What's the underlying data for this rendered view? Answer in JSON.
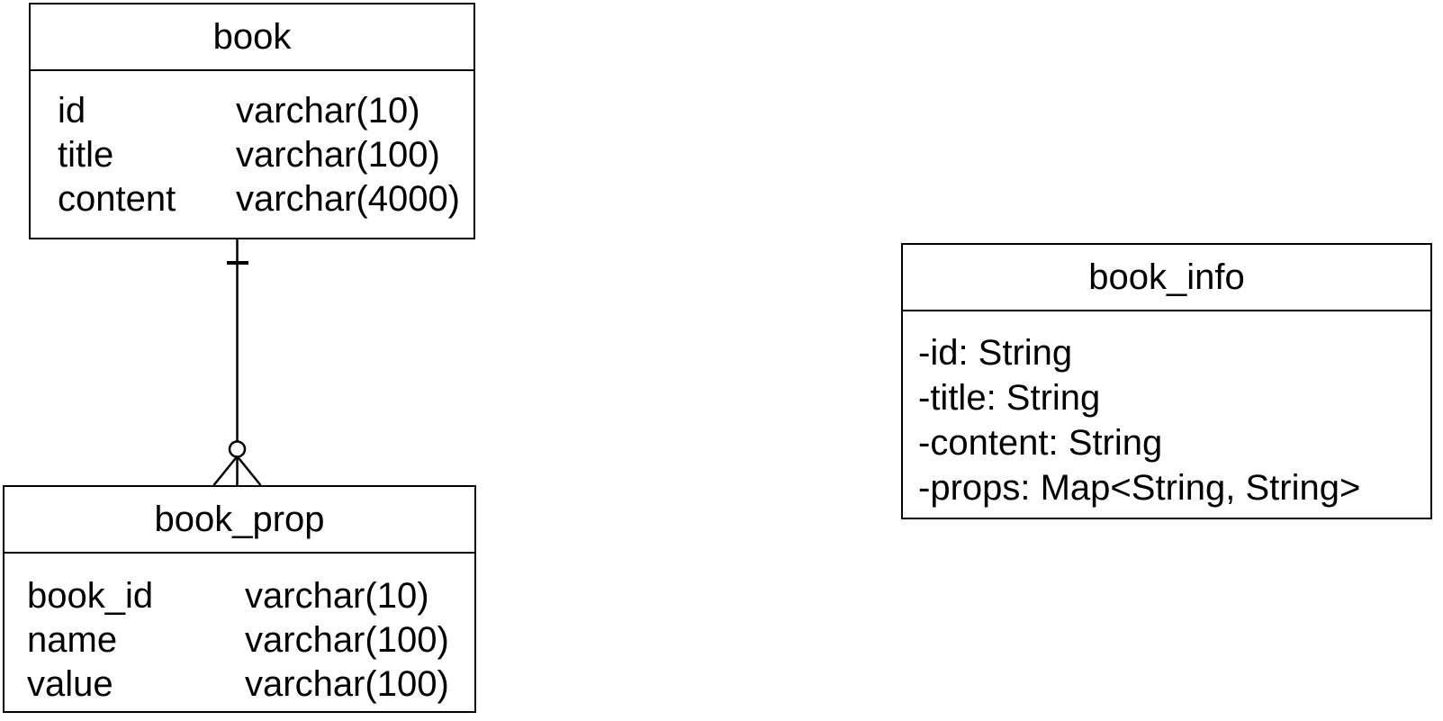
{
  "canvas": {
    "background_color": "#ffffff",
    "stroke_color": "#000000",
    "text_color": "#000000"
  },
  "entities": {
    "book": {
      "title": "book",
      "kind": "table",
      "fields": [
        {
          "name": "id",
          "type": "varchar(10)"
        },
        {
          "name": "title",
          "type": "varchar(100)"
        },
        {
          "name": "content",
          "type": "varchar(4000)"
        }
      ]
    },
    "book_prop": {
      "title": "book_prop",
      "kind": "table",
      "fields": [
        {
          "name": "book_id",
          "type": "varchar(10)"
        },
        {
          "name": "name",
          "type": "varchar(100)"
        },
        {
          "name": "value",
          "type": "varchar(100)"
        }
      ]
    },
    "book_info": {
      "title": "book_info",
      "kind": "class",
      "members": [
        "-id: String",
        "-title: String",
        "-content: String",
        "-props: Map<String, String>"
      ]
    }
  },
  "relationship": {
    "from": "book",
    "to": "book_prop",
    "from_cardinality": "one",
    "to_cardinality": "zero-or-many",
    "notation": "crow-foot"
  }
}
